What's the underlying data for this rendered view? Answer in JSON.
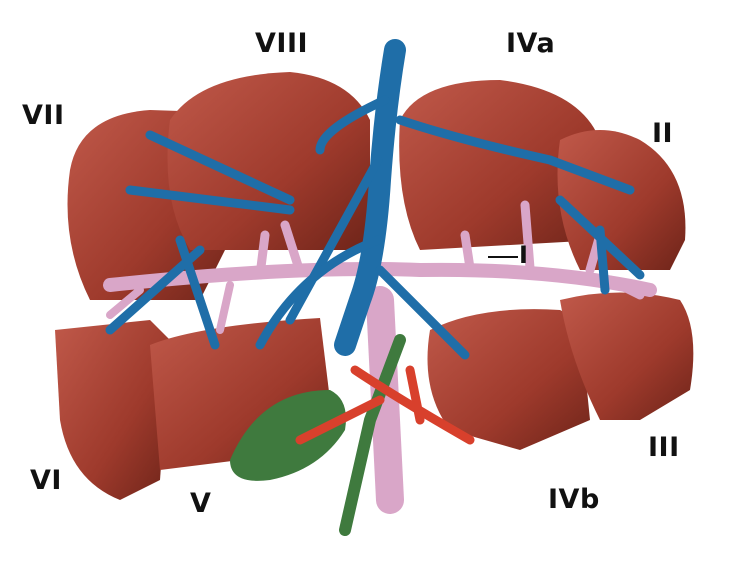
{
  "labels": {
    "viii": "VIII",
    "iva": "IVa",
    "vii": "VII",
    "ii": "II",
    "i": "I",
    "vi": "VI",
    "v": "V",
    "iii": "III",
    "ivb": "IVb"
  },
  "colors": {
    "liver": "#9e3a2c",
    "liver_light": "#b8503d",
    "liver_dark": "#6e2419",
    "hepatic_vein": "#1f6ea8",
    "portal_vein": "#d9a6c8",
    "artery": "#d8402c",
    "bile_duct": "#3f7a3e"
  }
}
